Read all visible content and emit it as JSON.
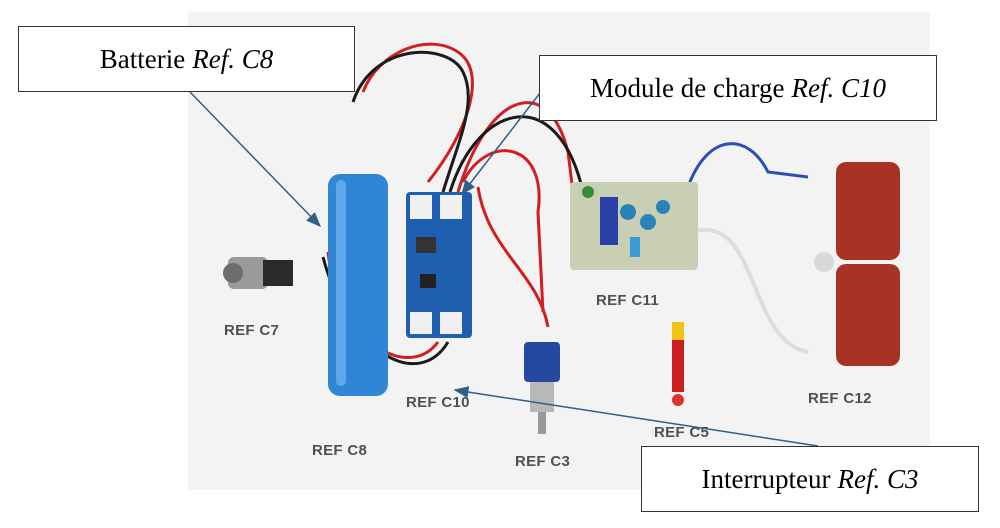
{
  "callouts": {
    "battery": {
      "name": "Batterie",
      "ref": "Ref. C8"
    },
    "module": {
      "name": "Module de charge",
      "ref": "Ref. C10"
    },
    "switch": {
      "name": "Interrupteur",
      "ref": "Ref. C3"
    }
  },
  "labels": {
    "c7": "REF C7",
    "c8": "REF C8",
    "c10": "REF C10",
    "c3": "REF C3",
    "c11": "REF C11",
    "c5": "REF C5",
    "c12": "REF C12"
  },
  "colors": {
    "battery": "#2f86d6",
    "pcb": "#1f5fb0",
    "capacitor": "#a83325",
    "wire_red": "#d11f1f",
    "wire_black": "#1a1a1a",
    "wire_blue": "#2a4fb8"
  }
}
